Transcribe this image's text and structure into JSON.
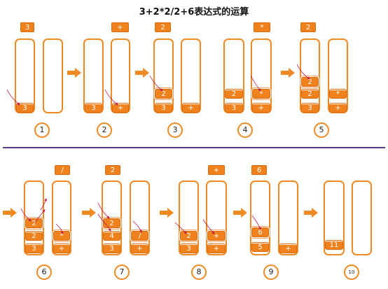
{
  "title": "3+2*2/2+6表达式的运算",
  "colors": {
    "accent": "#f08a24",
    "divider": "#5b3d86",
    "curve": "#c0184a"
  },
  "steps": [
    {
      "number": "1",
      "token": "3",
      "left_stack": [
        "3"
      ],
      "right_stack": []
    },
    {
      "number": "2",
      "token": "+",
      "left_stack": [
        "3"
      ],
      "right_stack": [
        "+"
      ]
    },
    {
      "number": "3",
      "token": "2",
      "left_stack": [
        "3",
        "2"
      ],
      "right_stack": [
        "+"
      ]
    },
    {
      "number": "4",
      "token": "*",
      "left_stack": [
        "3",
        "2"
      ],
      "right_stack": [
        "+",
        "*"
      ]
    },
    {
      "number": "5",
      "token": "2",
      "left_stack": [
        "3",
        "2",
        "2"
      ],
      "right_stack": [
        "+",
        "*"
      ]
    },
    {
      "number": "6",
      "token": "/",
      "left_stack": [
        "3",
        "2",
        "2"
      ],
      "right_stack": [
        "+",
        "*"
      ]
    },
    {
      "number": "7",
      "token": "2",
      "left_stack": [
        "3",
        "4",
        "2"
      ],
      "right_stack": [
        "+",
        "/"
      ]
    },
    {
      "number": "8",
      "token": "+",
      "left_stack": [
        "3",
        "2"
      ],
      "right_stack": [
        "+",
        "+"
      ]
    },
    {
      "number": "9",
      "token": "6",
      "left_stack": [
        "5",
        "6"
      ],
      "right_stack": [
        "+"
      ]
    },
    {
      "number": "10",
      "token": "",
      "left_stack": [
        "11"
      ],
      "right_stack": []
    }
  ]
}
